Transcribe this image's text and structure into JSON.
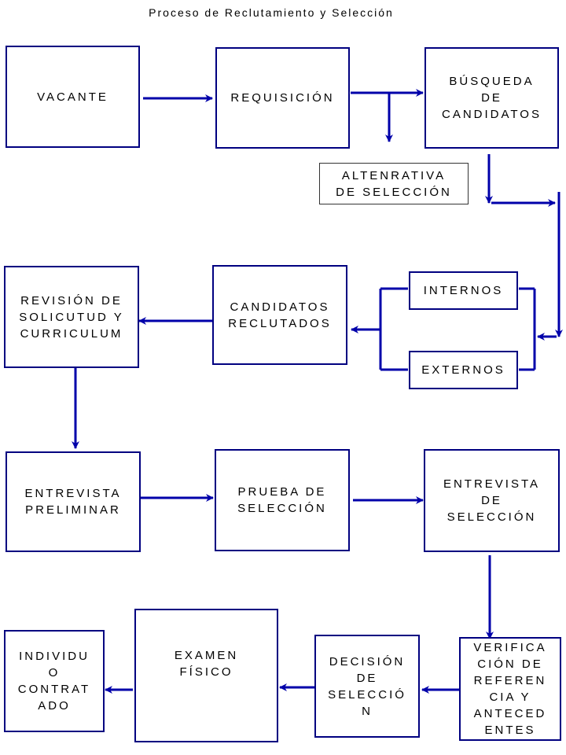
{
  "title": "Proceso de Reclutamiento y Selección",
  "colors": {
    "box_border": "#000080",
    "arrow": "#0000AA",
    "text": "#000000"
  },
  "nodes": {
    "vacante": "VACANTE",
    "requisicion": "REQUISICIÓN",
    "busqueda": "BÚSQUEDA\nDE\nCANDIDATOS",
    "alternativa": "ALTENRATIVA\nDE SELECCIÓN",
    "internos": "INTERNOS",
    "externos": "EXTERNOS",
    "candidatos_reclutados": "CANDIDATOS\nRECLUTADOS",
    "revision": "REVISIÓN DE\nSOLICUTUD Y\nCURRICULUM",
    "entrevista_preliminar": "ENTREVISTA\nPRELIMINAR",
    "prueba_seleccion": "PRUEBA DE\nSELECCIÓN",
    "entrevista_seleccion": "ENTREVISTA\nDE\nSELECCIÓN",
    "verificacion": "VERIFICA\nCIÓN DE\nREFEREN\nCIA Y\nANTECED\nENTES",
    "decision": "DECISIÓN\nDE\nSELECCIÓ\nN",
    "examen": "EXAMEN\nFÍSICO",
    "individuo": "INDIVIDU\nO\nCONTRAT\nADO"
  },
  "flow": [
    [
      "VACANTE",
      "REQUISICIÓN"
    ],
    [
      "REQUISICIÓN",
      "BÚSQUEDA DE CANDIDATOS"
    ],
    [
      "REQUISICIÓN",
      "ALTENRATIVA DE SELECCIÓN"
    ],
    [
      "BÚSQUEDA DE CANDIDATOS",
      "INTERNOS / EXTERNOS"
    ],
    [
      "INTERNOS / EXTERNOS",
      "CANDIDATOS RECLUTADOS"
    ],
    [
      "CANDIDATOS RECLUTADOS",
      "REVISIÓN DE SOLICUTUD Y CURRICULUM"
    ],
    [
      "REVISIÓN DE SOLICUTUD Y CURRICULUM",
      "ENTREVISTA PRELIMINAR"
    ],
    [
      "ENTREVISTA PRELIMINAR",
      "PRUEBA DE SELECCIÓN"
    ],
    [
      "PRUEBA DE SELECCIÓN",
      "ENTREVISTA DE SELECCIÓN"
    ],
    [
      "ENTREVISTA DE SELECCIÓN",
      "VERIFICACIÓN DE REFERENCIA Y ANTECEDENTES"
    ],
    [
      "VERIFICACIÓN DE REFERENCIA Y ANTECEDENTES",
      "DECISIÓN DE SELECCIÓN"
    ],
    [
      "DECISIÓN DE SELECCIÓN",
      "EXAMEN FÍSICO"
    ],
    [
      "EXAMEN FÍSICO",
      "INDIVIDUO CONTRATADO"
    ]
  ]
}
